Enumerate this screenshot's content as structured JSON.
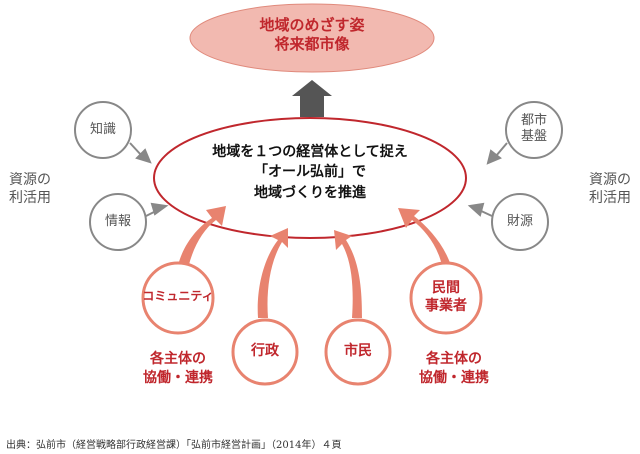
{
  "goal": {
    "line1": "地域のめざす姿",
    "line2": "将来都市像"
  },
  "core": {
    "line1": "地域を１つの経営体として捉え",
    "line2": "「オール弘前」で",
    "line3": "地域づくりを推進"
  },
  "resources": {
    "knowledge": "知識",
    "information": "情報",
    "infrastructure_line1": "都市",
    "infrastructure_line2": "基盤",
    "finance": "財源"
  },
  "side_label_left": {
    "line1": "資源の",
    "line2": "利活用"
  },
  "side_label_right": {
    "line1": "資源の",
    "line2": "利活用"
  },
  "actors": {
    "community": "コミュニティ",
    "administration": "行政",
    "citizens": "市民",
    "private_line1": "民間",
    "private_line2": "事業者"
  },
  "collab_left": {
    "line1": "各主体の",
    "line2": "協働・連携"
  },
  "collab_right": {
    "line1": "各主体の",
    "line2": "協働・連携"
  },
  "source": "出典：弘前市（経営戦略部行政経営課）「弘前市経営計画」（2014年）４頁",
  "colors": {
    "accent": "#c0272d",
    "goal_fill": "#f2b9b0",
    "arrow_fill": "#e8836f",
    "gray": "#888888"
  }
}
